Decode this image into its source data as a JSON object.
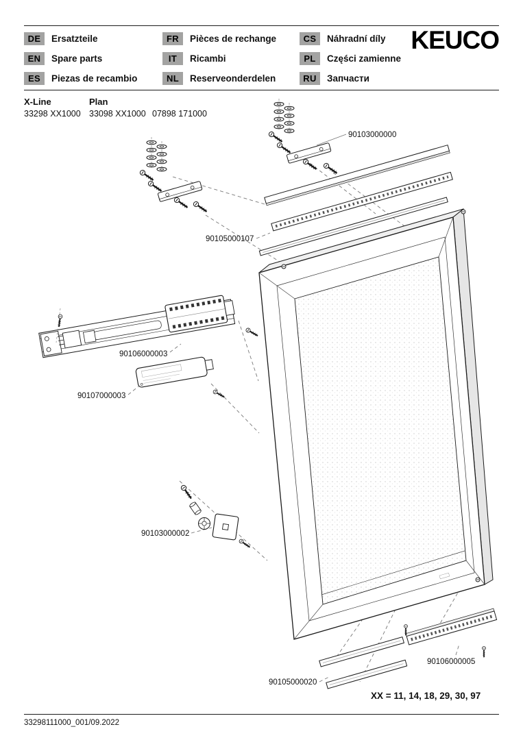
{
  "header": {
    "brand": "KEUCO",
    "languages": [
      {
        "code": "DE",
        "label": "Ersatzteile"
      },
      {
        "code": "EN",
        "label": "Spare parts"
      },
      {
        "code": "ES",
        "label": "Piezas de recambio"
      },
      {
        "code": "FR",
        "label": "Pièces de rechange"
      },
      {
        "code": "IT",
        "label": "Ricambi"
      },
      {
        "code": "NL",
        "label": "Reserveonderdelen"
      },
      {
        "code": "CS",
        "label": "Náhradní díly"
      },
      {
        "code": "PL",
        "label": "Części zamienne"
      },
      {
        "code": "RU",
        "label": "Запчасти"
      }
    ]
  },
  "product": {
    "series": [
      {
        "title": "X-Line",
        "code": "33298 XX1000"
      },
      {
        "title": "Plan",
        "code": "33098 XX1000"
      },
      {
        "code": "07898 171000"
      }
    ]
  },
  "diagram": {
    "labels": {
      "mounting_bracket": "90103000000",
      "light_profile": "90105000107",
      "control_unit": "90106000003",
      "power_module": "90107000003",
      "fixing_set": "90103000002",
      "led_strip_bottom": "90106000005",
      "cover_profile_bottom": "90105000020"
    },
    "variant_note": "XX = 11, 14, 18, 29, 30, 97"
  },
  "footer": {
    "document_id": "33298111000_001/09.2022"
  }
}
